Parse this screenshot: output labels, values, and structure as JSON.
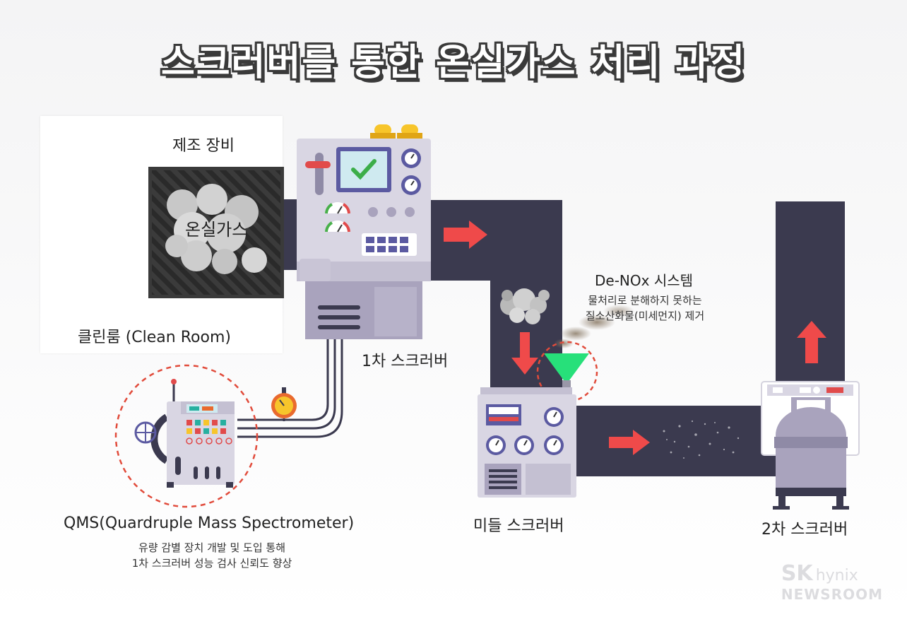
{
  "title": "스크러버를 통한 온실가스 처리 과정",
  "labels": {
    "manufacturing_equipment": "제조 장비",
    "greenhouse_gas": "온실가스",
    "clean_room": "클린룸 (Clean Room)",
    "scrubber_1": "1차 스크러버",
    "qms_title": "QMS(Quardruple Mass Spectrometer)",
    "qms_desc_line1": "유량 감별 장치 개발 및 도입 통해",
    "qms_desc_line2": "1차 스크러버 성능 검사 신뢰도 향상",
    "denox_title": "De-NOx 시스템",
    "denox_desc_line1": "물처리로 분해하지 못하는",
    "denox_desc_line2": "질소산화물(미세먼지) 제거",
    "middle_scrubber": "미들 스크러버",
    "scrubber_2": "2차 스크러버"
  },
  "logo": {
    "brand": "SK",
    "sub": "hynix",
    "line2": "NEWSROOM"
  },
  "colors": {
    "pipe": "#3b3a4f",
    "machine_body": "#d9d6e3",
    "machine_dark": "#a9a3bd",
    "arrow": "#ef4a4a",
    "funnel": "#27e07a",
    "dashed_circle": "#e14b3b",
    "title_outline": "#3a3a3a"
  }
}
